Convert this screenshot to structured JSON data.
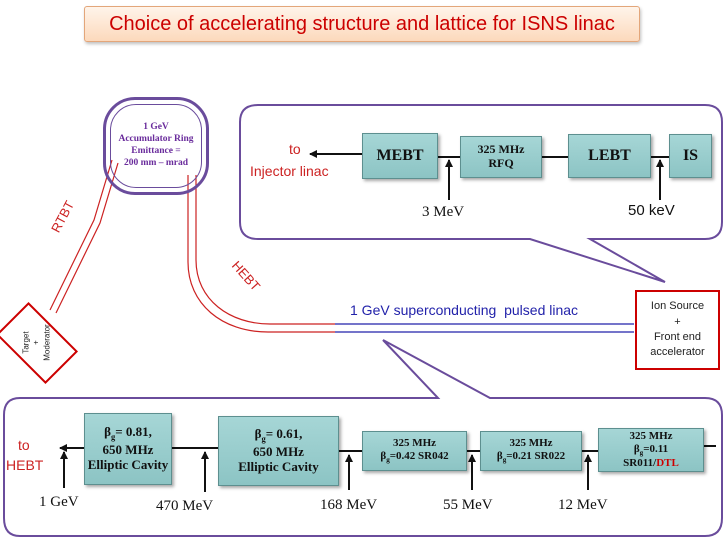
{
  "title": "Choice of accelerating structure and lattice for ISNS linac",
  "ring": {
    "line1": "1 GeV",
    "line2": "Accumulator Ring",
    "line3": "Emittance =",
    "line4": "200 mm – mrad"
  },
  "labels": {
    "rtbt": "RTBT",
    "hebt": "HEBT",
    "linac": "1 GeV superconducting  pulsed linac",
    "target": [
      "Target",
      "+",
      "Moderator"
    ],
    "ion_source": [
      "Ion Source",
      "+",
      "Front end",
      "accelerator"
    ]
  },
  "front_end": {
    "to": "to",
    "injector": "Injector linac",
    "mebt": "MEBT",
    "rfq_1": "325 MHz",
    "rfq_2": "RFQ",
    "lebt": "LEBT",
    "is": "IS",
    "energy_3": "3 MeV",
    "energy_50": "50 keV"
  },
  "main_linac": {
    "to": "to",
    "hebt": "HEBT",
    "ec081": {
      "beta_sym": "β",
      "sub": "g",
      "beta": "= 0.81,",
      "freq": "650 MHz",
      "name": "Elliptic Cavity"
    },
    "ec061": {
      "beta_sym": "β",
      "sub": "g",
      "beta": "= 0.61,",
      "freq": "650 MHz",
      "name": "Elliptic Cavity"
    },
    "sr042": {
      "freq": "325 MHz",
      "beta_sym": "β",
      "sub": "g",
      "rest": "=0.42 SR042"
    },
    "sr022": {
      "freq": "325 MHz",
      "beta_sym": "β",
      "sub": "g",
      "rest": "=0.21 SR022"
    },
    "sr011": {
      "freq": "325 MHz",
      "beta_sym": "β",
      "sub": "g",
      "rest": "=0.11",
      "name": "SR011/",
      "dtl": "DTL"
    },
    "energies": [
      "1 GeV",
      "470 MeV",
      "168 MeV",
      "55 MeV",
      "12 MeV"
    ]
  },
  "colors": {
    "purple": "#6a4c9c",
    "red": "#cc0000",
    "blue": "#2222aa",
    "box_fill": "#9ccccc"
  }
}
